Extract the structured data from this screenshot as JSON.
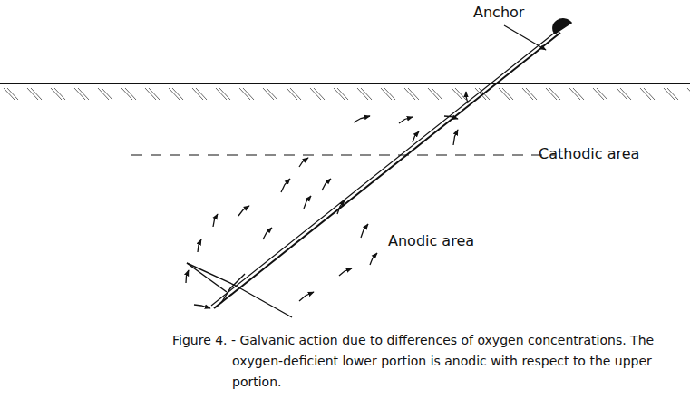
{
  "diagram": {
    "caption": "Figure 4. - Galvanic action due to differences of oxygen concentrations. The oxygen-deficient lower portion is anodic with respect to the upper portion.",
    "labels": [
      "Anchor",
      "Cathodic area",
      "Anodic area"
    ]
  }
}
